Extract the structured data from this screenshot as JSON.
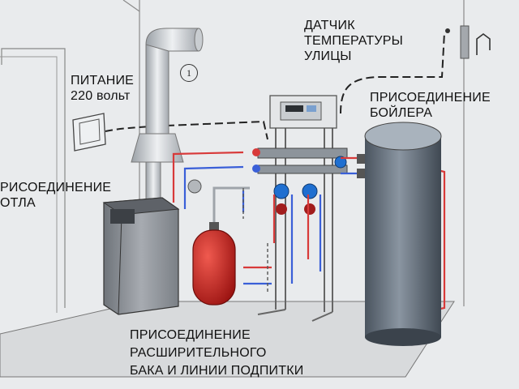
{
  "labels": {
    "outdoor_sensor": [
      "ДАТЧИК",
      "ТЕМПЕРАТУРЫ",
      "УЛИЦЫ"
    ],
    "power": [
      "ПИТАНИЕ",
      "220 вольт"
    ],
    "boiler_tank": [
      "ПРИСОЕДИНЕНИЕ",
      "БОЙЛЕРА"
    ],
    "heater": [
      "РИСОЕДИНЕНИЕ",
      "ОТЛА"
    ],
    "expansion_tank": [
      "ПРИСОЕДИНЕНИЕ",
      "РАСШИРИТЕЛЬНОГО",
      "БАКА  И ЛИНИИ ПОДПИТКИ"
    ]
  },
  "callout_number": "1",
  "colors": {
    "wall": "#e9ebed",
    "floor": "#d8dadc",
    "outline": "#4a4a4a",
    "hot_pipe": "#d83a3a",
    "cold_pipe": "#3a5fd8",
    "expansion_tank": "#c8201c",
    "boiler_tank": "#5f6b78",
    "heater_body": "#8c9096",
    "pump": "#1f6fd0"
  },
  "icons": [
    "wall-socket-icon",
    "temperature-sensor-icon",
    "pump-icon",
    "valve-icon"
  ]
}
